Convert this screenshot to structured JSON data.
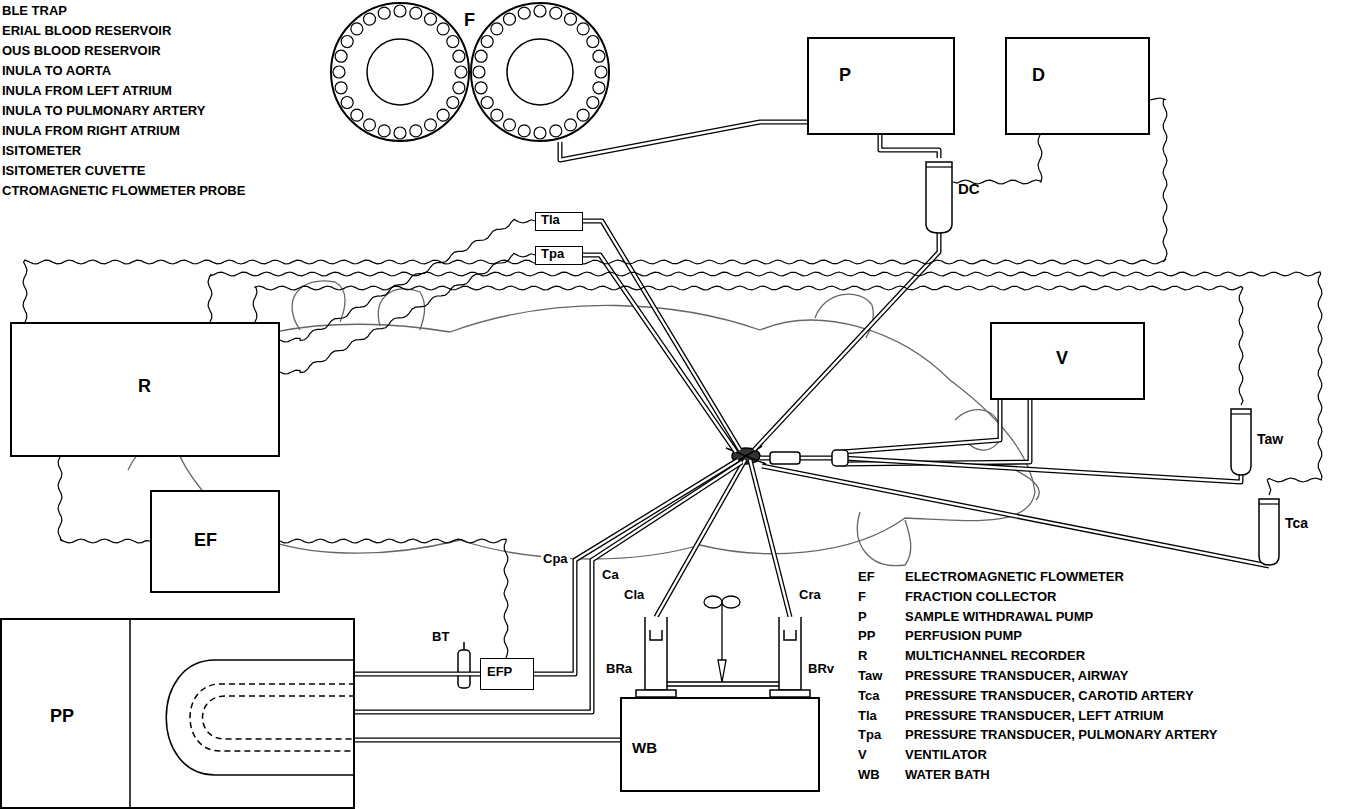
{
  "diagram": {
    "nodes": [
      {
        "text": [
          "F"
        ]
      },
      {
        "text": [
          "P"
        ]
      },
      {
        "text": [
          "D"
        ]
      },
      {
        "text": [
          "DC"
        ]
      },
      {
        "text": [
          "R"
        ]
      },
      {
        "text": [
          "V"
        ]
      },
      {
        "text": [
          "Tla"
        ]
      },
      {
        "text": [
          "Tpa"
        ]
      },
      {
        "text": [
          "Taw"
        ]
      },
      {
        "text": [
          "Tca"
        ]
      },
      {
        "text": [
          "EF"
        ]
      },
      {
        "text": [
          "EFP"
        ]
      },
      {
        "text": [
          "PP"
        ]
      },
      {
        "text": [
          "WB"
        ]
      }
    ],
    "edges": [
      {
        "from": 1,
        "to": 0,
        "arrow": "none"
      },
      {
        "from": 1,
        "to": 3,
        "arrow": "none"
      },
      {
        "from": 2,
        "to": 3,
        "arrow": "none"
      },
      {
        "from": 4,
        "to": 2,
        "arrow": "none"
      },
      {
        "from": 4,
        "to": 9,
        "arrow": "none"
      },
      {
        "from": 4,
        "to": 8,
        "arrow": "none"
      },
      {
        "from": 4,
        "to": 6,
        "arrow": "none"
      },
      {
        "from": 4,
        "to": 7,
        "arrow": "none"
      },
      {
        "from": 4,
        "to": 10,
        "arrow": "none"
      },
      {
        "from": 10,
        "to": 11,
        "arrow": "none"
      },
      {
        "from": 12,
        "to": 11,
        "arrow": "none"
      },
      {
        "from": 12,
        "to": 13,
        "arrow": "none"
      }
    ],
    "labels": [
      "BLE TRAP",
      "ERIAL BLOOD RESERVOIR",
      "OUS BLOOD RESERVOIR",
      "INULA TO AORTA",
      "INULA FROM LEFT ATRIUM",
      "INULA TO PULMONARY ARTERY",
      "INULA FROM RIGHT ATRIUM",
      "ISITOMETER",
      "ISITOMETER CUVETTE",
      "CTROMAGNETIC FLOWMETER PROBE",
      "BT",
      "Cpa",
      "Ca",
      "Cla",
      "Cra",
      "BRa",
      "BRv",
      "EF",
      "ELECTROMAGNETIC FLOWMETER",
      "F",
      "FRACTION COLLECTOR",
      "P",
      "SAMPLE WITHDRAWAL PUMP",
      "PP",
      "PERFUSION PUMP",
      "R",
      "MULTICHANNEL RECORDER",
      "Taw",
      "PRESSURE TRANSDUCER, AIRWAY",
      "Tca",
      "PRESSURE TRANSDUCER, CAROTID ARTERY",
      "Tla",
      "PRESSURE TRANSDUCER, LEFT ATRIUM",
      "Tpa",
      "PRESSURE TRANSDUCER, PULMONARY ARTERY",
      "V",
      "VENTILATOR",
      "WB",
      "WATER BATH"
    ]
  }
}
